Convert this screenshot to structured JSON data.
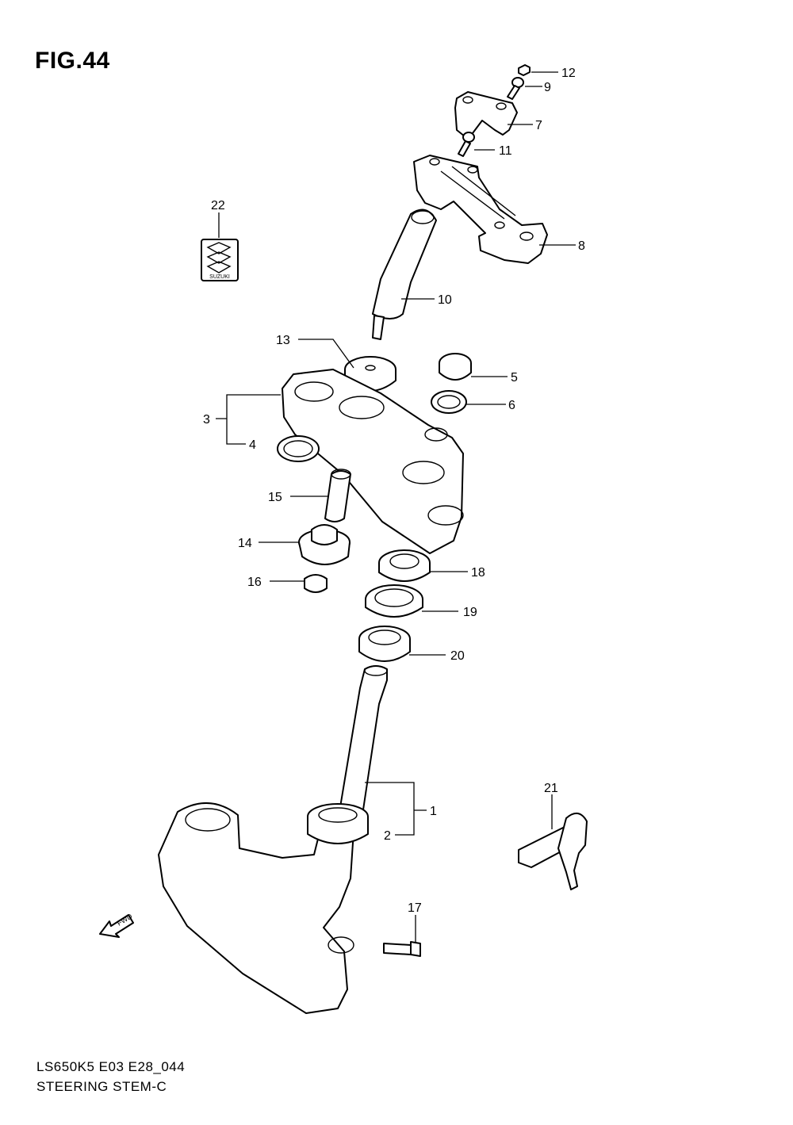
{
  "figure": {
    "title": "FIG.44",
    "model_code": "LS650K5 E03 E28_044",
    "caption": "STEERING STEM-C"
  },
  "badge": {
    "logo_text": "SUZUKI"
  },
  "fwd_arrow": {
    "label": "FWD"
  },
  "callouts": [
    "1",
    "2",
    "3",
    "4",
    "5",
    "6",
    "7",
    "8",
    "9",
    "10",
    "11",
    "12",
    "13",
    "14",
    "15",
    "16",
    "17",
    "18",
    "19",
    "20",
    "21",
    "22"
  ]
}
